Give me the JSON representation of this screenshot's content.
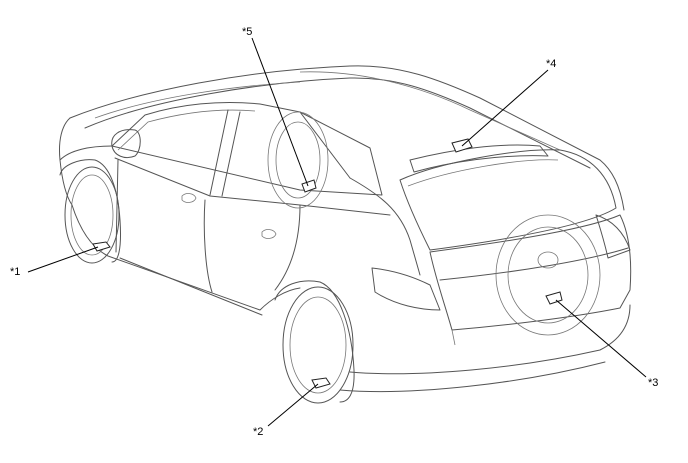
{
  "callouts": [
    {
      "label": "*1"
    },
    {
      "label": "*2"
    },
    {
      "label": "*3"
    },
    {
      "label": "*4"
    },
    {
      "label": "*5"
    }
  ]
}
